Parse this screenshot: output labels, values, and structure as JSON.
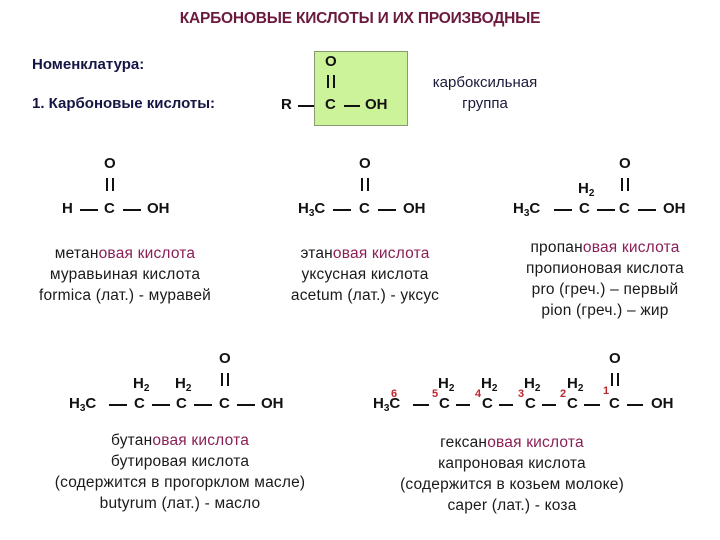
{
  "colors": {
    "title": "#6b1a3e",
    "heading": "#151545",
    "highlight_suffix": "#8a1f55",
    "carboxyl_box_bg": "#ccf29a",
    "carbon_number": "#c0282d"
  },
  "title": "КАРБОНОВЫЕ КИСЛОТЫ И ИХ ПРОИЗВОДНЫЕ",
  "nomenclature": {
    "heading": "Номенклатура:",
    "item1": "1. Карбоновые кислоты:",
    "general_formula": {
      "R": "R",
      "C": "C",
      "O": "O",
      "OH": "OH"
    },
    "carboxyl_label_line1": "карбоксильная",
    "carboxyl_label_line2": "группа"
  },
  "acids": [
    {
      "formula": {
        "left": "H",
        "c": "C",
        "o": "O",
        "oh": "OH"
      },
      "name_root": "метан",
      "name_suffix": "овая кислота",
      "lines": [
        "муравьиная кислота",
        "formica (лат.) - муравей"
      ]
    },
    {
      "formula": {
        "left_main": "H",
        "left_sub": "3",
        "left_end": "C",
        "c": "C",
        "o": "O",
        "oh": "OH"
      },
      "name_root": "этан",
      "name_suffix": "овая кислота",
      "lines": [
        "уксусная кислота",
        "acetum (лат.) - уксус"
      ]
    },
    {
      "formula": {
        "left_main": "H",
        "left_sub": "3",
        "left_end": "C",
        "ch2_h": "H",
        "ch2_sub": "2",
        "c1": "C",
        "c": "C",
        "o": "O",
        "oh": "OH"
      },
      "name_root": "пропан",
      "name_suffix": "овая кислота",
      "lines": [
        "пропионовая кислота",
        "pro (греч.) – первый",
        "pion (греч.) – жир"
      ]
    },
    {
      "formula": {
        "left_main": "H",
        "left_sub": "3",
        "left_end": "C",
        "ch2_h": "H",
        "ch2_sub": "2",
        "c1": "C",
        "c": "C",
        "o": "O",
        "oh": "OH"
      },
      "name_root": "бутан",
      "name_suffix": "овая кислота",
      "lines": [
        "бутировая кислота",
        "(содержится в прогорклом масле)",
        "butyrum (лат.) - масло"
      ]
    },
    {
      "formula": {
        "left_main": "H",
        "left_sub": "3",
        "left_end": "C",
        "ch2_h": "H",
        "ch2_sub": "2",
        "c1": "C",
        "c": "C",
        "o": "O",
        "oh": "OH"
      },
      "carbon_numbers": [
        "6",
        "5",
        "4",
        "3",
        "2",
        "1"
      ],
      "name_root": "гексан",
      "name_suffix": "овая кислота",
      "lines": [
        "капроновая кислота",
        "(содержится в козьем молоке)",
        "caper (лат.) - коза"
      ]
    }
  ]
}
